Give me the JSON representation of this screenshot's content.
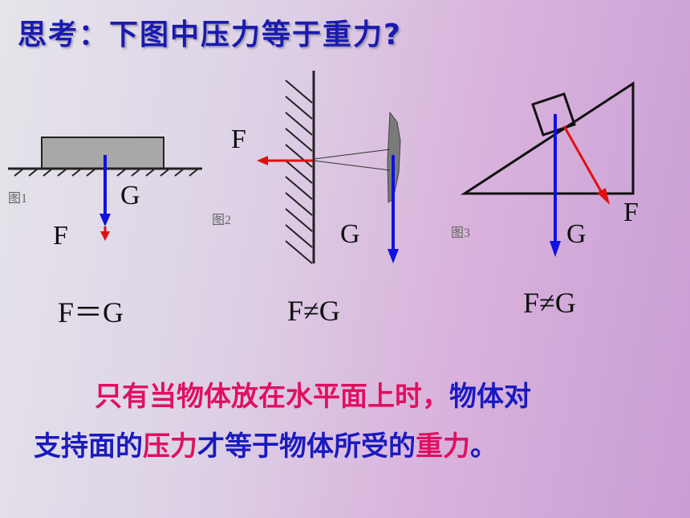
{
  "title": "思考：下图中压力等于重力?",
  "figures": [
    {
      "caption": "图1",
      "f_label": "F",
      "g_label": "G",
      "relation": "F＝G"
    },
    {
      "caption": "图2",
      "f_label": "F",
      "g_label": "G",
      "relation": "F≠G"
    },
    {
      "caption": "图3",
      "f_label": "F",
      "g_label": "G",
      "relation": "F≠G"
    }
  ],
  "conclusion": {
    "line1_part1": "只有当物体放在水平面上时，",
    "line1_part2": "物体对",
    "line2_part1": "支持面的",
    "line2_part2": "压力",
    "line2_part3": "才等于物体所受的",
    "line2_part4": "重力",
    "line2_part5": "。"
  },
  "colors": {
    "title": "#1a1ab0",
    "gravity_arrow": "#1010e0",
    "pressure_arrow": "#e01010",
    "highlight": "#e01060",
    "body_text": "#1a1ac0"
  }
}
